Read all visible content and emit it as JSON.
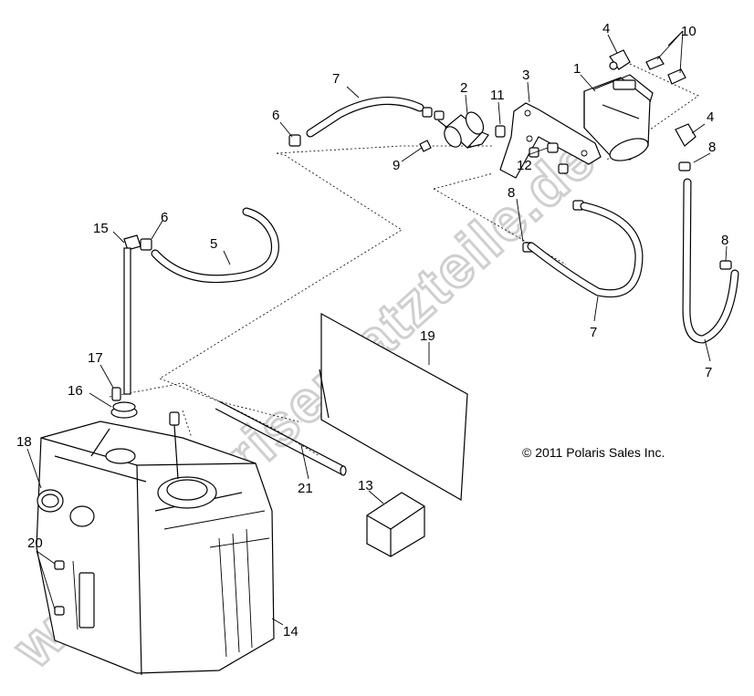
{
  "copyright": "© 2011 Polaris Sales Inc.",
  "watermark": "www.polarisersatzteile.de",
  "callouts": [
    {
      "id": "c1",
      "text": "1"
    },
    {
      "id": "c2",
      "text": "2"
    },
    {
      "id": "c3",
      "text": "3"
    },
    {
      "id": "c4a",
      "text": "4"
    },
    {
      "id": "c4b",
      "text": "4"
    },
    {
      "id": "c5",
      "text": "5"
    },
    {
      "id": "c6a",
      "text": "6"
    },
    {
      "id": "c6b",
      "text": "6"
    },
    {
      "id": "c7a",
      "text": "7"
    },
    {
      "id": "c7b",
      "text": "7"
    },
    {
      "id": "c7c",
      "text": "7"
    },
    {
      "id": "c8a",
      "text": "8"
    },
    {
      "id": "c8b",
      "text": "8"
    },
    {
      "id": "c8c",
      "text": "8"
    },
    {
      "id": "c9",
      "text": "9"
    },
    {
      "id": "c10",
      "text": "10"
    },
    {
      "id": "c11",
      "text": "11"
    },
    {
      "id": "c12",
      "text": "12"
    },
    {
      "id": "c13",
      "text": "13"
    },
    {
      "id": "c14",
      "text": "14"
    },
    {
      "id": "c15",
      "text": "15"
    },
    {
      "id": "c16",
      "text": "16"
    },
    {
      "id": "c17",
      "text": "17"
    },
    {
      "id": "c18",
      "text": "18"
    },
    {
      "id": "c19",
      "text": "19"
    },
    {
      "id": "c20",
      "text": "20"
    },
    {
      "id": "c21",
      "text": "21"
    }
  ]
}
